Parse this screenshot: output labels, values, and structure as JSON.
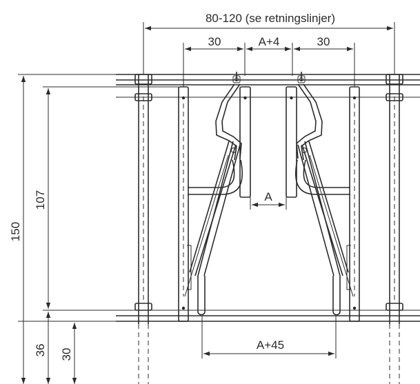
{
  "dimensions": {
    "overall_width": "80-120 (se retningslinjer)",
    "left_bay": "30",
    "center_bay": "A+4",
    "right_bay": "30",
    "opening": "A",
    "bottom_span": "A+45",
    "total_height": "150",
    "inner_height": "107",
    "lower_height_1": "36",
    "lower_height_2": "30"
  },
  "colors": {
    "line": "#2a2a2a",
    "background": "#ffffff"
  }
}
